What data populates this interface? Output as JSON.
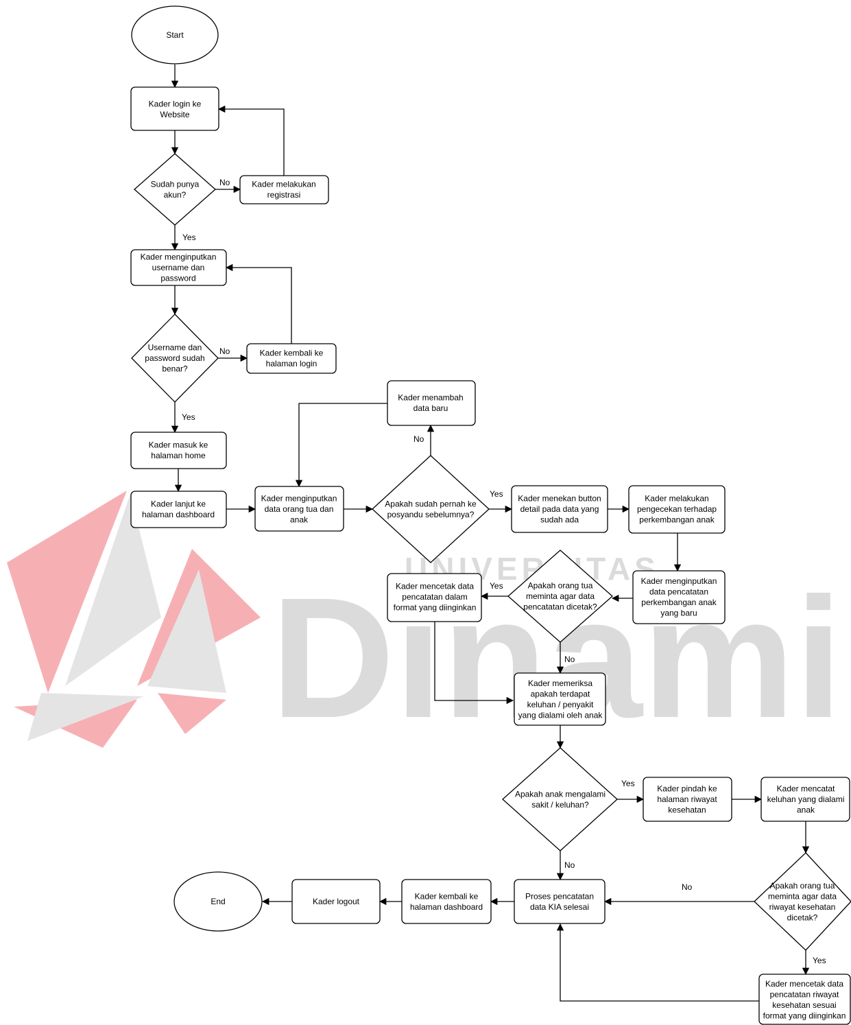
{
  "watermark": {
    "text": "Dinamika",
    "subtext": "UNIVERSITAS",
    "red": "#e8202a",
    "gray": "#9e9e9e"
  },
  "nodes": {
    "start": [
      "Start"
    ],
    "login": [
      "Kader login ke",
      "Website"
    ],
    "q_akun": [
      "Sudah punya",
      "akun?"
    ],
    "registrasi": [
      "Kader melakukan",
      "registrasi"
    ],
    "input_user": [
      "Kader menginputkan",
      "username dan",
      "password"
    ],
    "q_benar": [
      "Username dan",
      "password sudah",
      "benar?"
    ],
    "kembali_login": [
      "Kader kembali ke",
      "halaman login"
    ],
    "home": [
      "Kader masuk ke",
      "halaman home"
    ],
    "dashboard": [
      "Kader lanjut ke",
      "halaman dashboard"
    ],
    "input_ortu": [
      "Kader menginputkan",
      "data orang tua dan",
      "anak"
    ],
    "q_posyandu": [
      "Apakah sudah pernah ke",
      "posyandu sebelumnya?"
    ],
    "tambah": [
      "Kader menambah",
      "data baru"
    ],
    "detail": [
      "Kader menekan button",
      "detail pada data yang",
      "sudah ada"
    ],
    "cek_kembang": [
      "Kader melakukan",
      "pengecekan terhadap",
      "perkembangan anak"
    ],
    "input_kembang": [
      "Kader menginputkan",
      "data pencatatan",
      "perkembangan anak",
      "yang baru"
    ],
    "q_cetak1": [
      "Apakah orang tua",
      "meminta agar data",
      "pencatatan dicetak?"
    ],
    "cetak1": [
      "Kader mencetak data",
      "pencatatan dalam",
      "format yang diinginkan"
    ],
    "periksa": [
      "Kader memeriksa",
      "apakah terdapat",
      "keluhan / penyakit",
      "yang dialami oleh anak"
    ],
    "q_sakit": [
      "Apakah anak mengalami",
      "sakit / keluhan?"
    ],
    "riwayat": [
      "Kader pindah ke",
      "halaman riwayat",
      "kesehatan"
    ],
    "catat_keluhan": [
      "Kader mencatat",
      "keluhan yang dialami",
      "anak"
    ],
    "q_cetak2": [
      "Apakah orang tua",
      "meminta agar data",
      "riwayat kesehatan",
      "dicetak?"
    ],
    "cetak2": [
      "Kader mencetak data",
      "pencatatan riwayat",
      "kesehatan sesuai",
      "format yang diinginkan"
    ],
    "selesai": [
      "Proses pencatatan",
      "data KIA selesai"
    ],
    "kembali_dash": [
      "Kader kembali ke",
      "halaman dashboard"
    ],
    "logout": [
      "Kader logout"
    ],
    "end": [
      "End"
    ]
  },
  "edge_labels": {
    "akun_no": "No",
    "akun_yes": "Yes",
    "benar_no": "No",
    "benar_yes": "Yes",
    "posyandu_no": "No",
    "posyandu_yes": "Yes",
    "cetak1_yes": "Yes",
    "cetak1_no": "No",
    "sakit_yes": "Yes",
    "sakit_no": "No",
    "cetak2_no": "No",
    "cetak2_yes": "Yes"
  }
}
